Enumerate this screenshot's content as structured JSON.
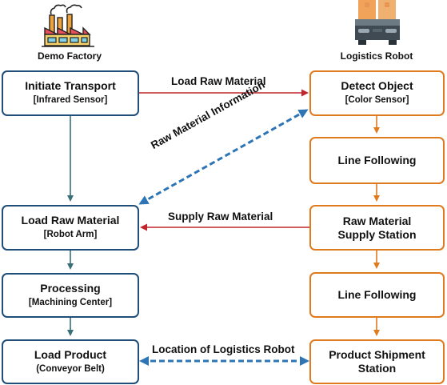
{
  "columns": {
    "left_title": "Demo Factory",
    "right_title": "Logistics Robot"
  },
  "left_boxes": [
    {
      "title": "Initiate Transport",
      "sub": "[Infrared Sensor]"
    },
    {
      "title": "Load Raw Material",
      "sub": "[Robot Arm]"
    },
    {
      "title": "Processing",
      "sub": "[Machining Center]"
    },
    {
      "title": "Load Product",
      "sub": "(Conveyor Belt)"
    }
  ],
  "right_boxes": [
    {
      "title": "Detect Object",
      "sub": "[Color Sensor]"
    },
    {
      "title": "Line Following",
      "sub": ""
    },
    {
      "title": "Raw Material",
      "sub": "Supply Station"
    },
    {
      "title": "Line Following",
      "sub": ""
    },
    {
      "title": "Product Shipment",
      "sub": "Station"
    }
  ],
  "connectors": {
    "load_raw_material": "Load Raw Material",
    "raw_material_information": "Raw Material Information",
    "supply_raw_material": "Supply Raw Material",
    "location_of_logistics_robot": "Location of Logistics Robot"
  },
  "icons": {
    "factory": "factory-icon",
    "robot": "logistics-robot-icon"
  },
  "colors": {
    "left_border": "#1f4e79",
    "right_border": "#e07a1f",
    "red_arrow": "#c0262d",
    "blue_dashed": "#2e75b6",
    "left_flow": "#3a6e78"
  }
}
